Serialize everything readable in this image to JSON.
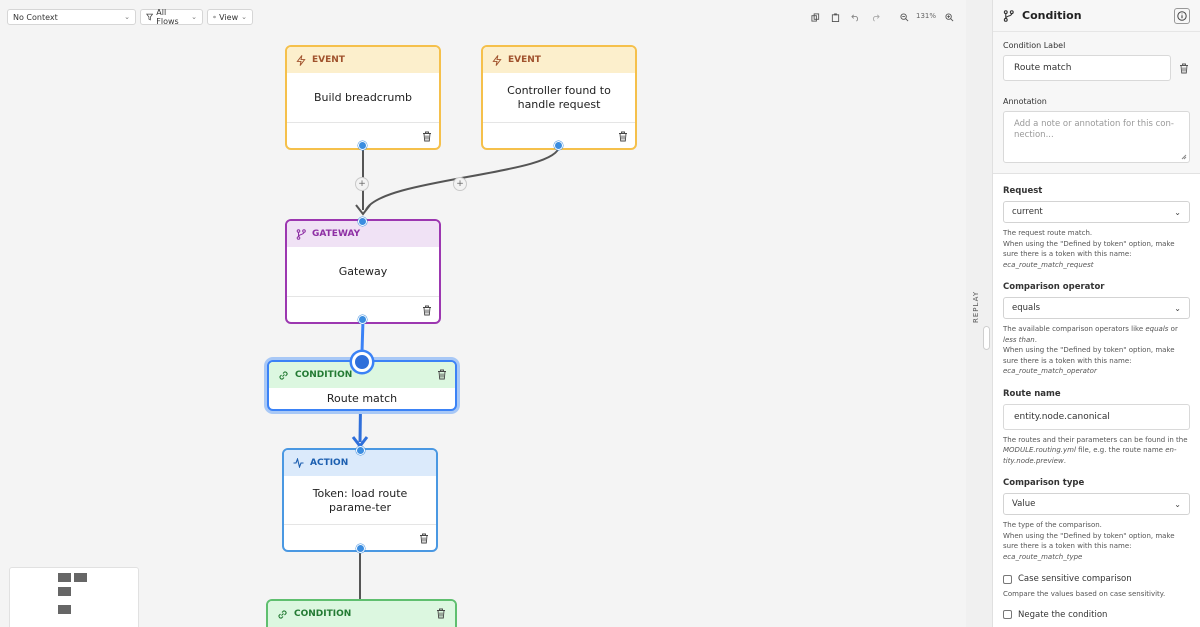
{
  "toolbar": {
    "context_label": "No Context",
    "flows_label": "All Flows",
    "view_label": "View",
    "zoom_level": "131%"
  },
  "nodes": {
    "event1": {
      "type_label": "EVENT",
      "title": "Build breadcrumb"
    },
    "event2": {
      "type_label": "EVENT",
      "title": "Controller found to handle request"
    },
    "gateway": {
      "type_label": "GATEWAY",
      "title": "Gateway"
    },
    "condition1": {
      "type_label": "CONDITION",
      "title": "Route match"
    },
    "action": {
      "type_label": "ACTION",
      "title": "Token: load route parame-ter"
    },
    "condition2": {
      "type_label": "CONDITION"
    }
  },
  "replay": {
    "label": "REPLAY"
  },
  "panel": {
    "title": "Condition",
    "condition_label": {
      "label": "Condition Label",
      "value": "Route match"
    },
    "annotation": {
      "label": "Annotation",
      "placeholder": "Add a note or annotation for this con-nection..."
    },
    "request": {
      "label": "Request",
      "value": "current",
      "help1": "The request route match.",
      "help2": "When using the \"Defined by token\" option, make sure there is a token with this name:",
      "token": "eca_route_match_request"
    },
    "operator": {
      "label": "Comparison operator",
      "value": "equals",
      "help_pre": "The available comparison operators like ",
      "help_em1": "equals",
      "help_mid": " or ",
      "help_em2": "less than",
      "help_end": ".",
      "help2": "When using the \"Defined by token\" option, make sure there is a token with this name:",
      "token": "eca_route_match_operator"
    },
    "route_name": {
      "label": "Route name",
      "value": "entity.node.canonical",
      "help_pre": "The routes and their parameters can be found in the ",
      "help_em1": "MODULE.routing.yml",
      "help_mid": " file, e.g. the route name ",
      "help_em2": "en-tity.node.preview",
      "help_end": "."
    },
    "comparison_type": {
      "label": "Comparison type",
      "value": "Value",
      "help1": "The type of the comparison.",
      "help2": "When using the \"Defined by token\" option, make sure there is a token with this name:",
      "token": "eca_route_match_type"
    },
    "case_sensitive": {
      "label": "Case sensitive comparison",
      "help": "Compare the values based on case sensitivity."
    },
    "negate": {
      "label": "Negate the condition"
    }
  }
}
